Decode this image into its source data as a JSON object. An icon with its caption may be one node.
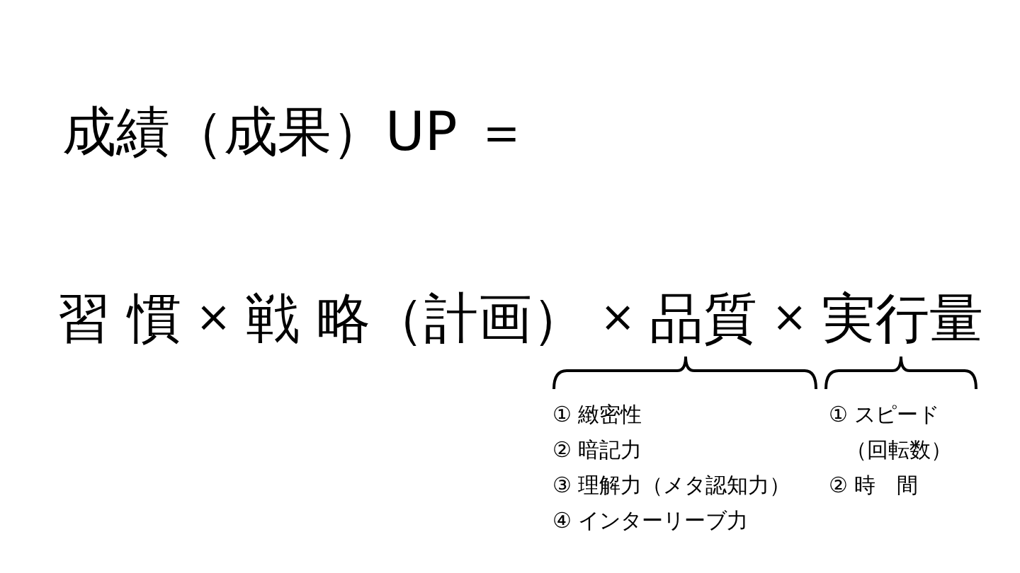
{
  "diagram": {
    "labels": [
      "成績（成果）UP ＝",
      "習 慣",
      "×",
      "戦 略（計画）",
      "×",
      "品質",
      "×",
      "実行量",
      "① 緻密性",
      "② 暗記力",
      "③ 理解力（メタ認知力）",
      "④ インターリーブ力",
      "① スピード",
      "（回転数）",
      "② 時　間"
    ]
  }
}
